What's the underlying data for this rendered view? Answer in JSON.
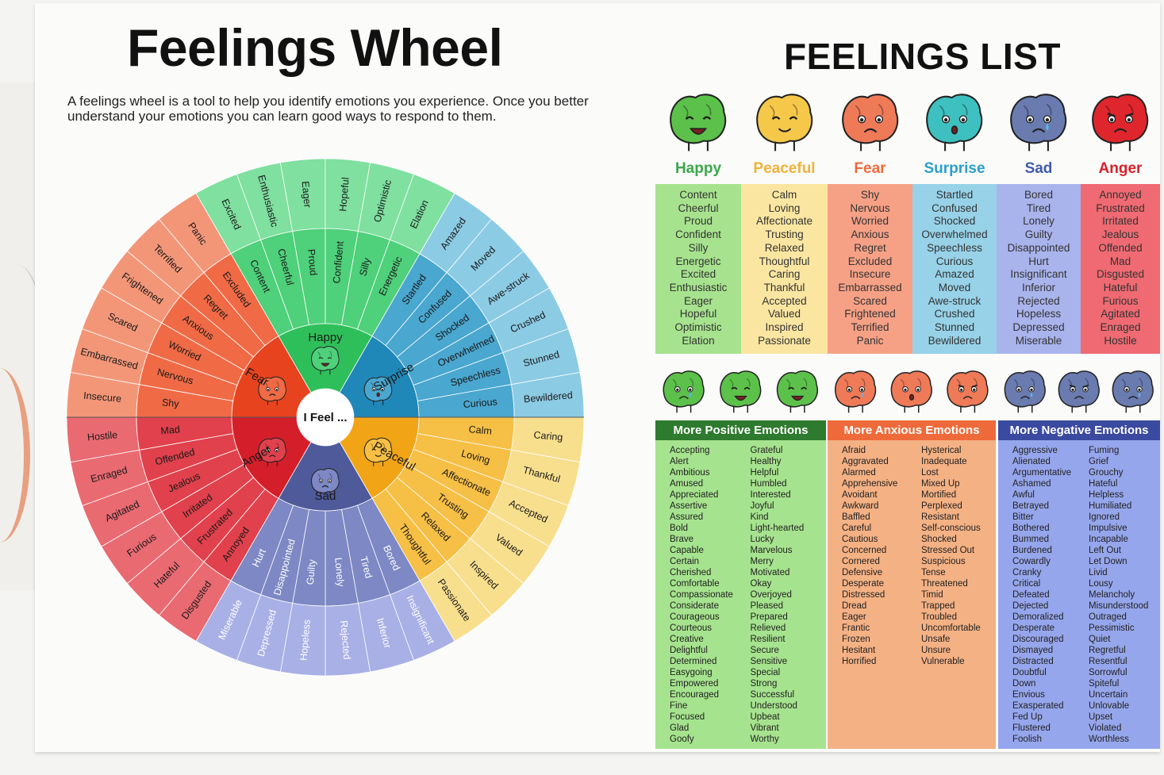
{
  "title": "Feelings Wheel",
  "intro": "A feelings wheel is a tool to help you identify emotions you experience.  Once you better understand your emotions you can learn good ways to respond to them.",
  "wheel": {
    "center": "I Feel ...",
    "cores": [
      {
        "name": "Happy",
        "color": "#2fbf5a",
        "mid": "#4fd07a",
        "outer": "#7fe0a0",
        "inner": [
          "Content",
          "Cheerful",
          "Proud",
          "Confident",
          "Silly",
          "Energetic"
        ],
        "outer_words": [
          "Excited",
          "Enthusiastic",
          "Eager",
          "Hopeful",
          "Optimistic",
          "Elation"
        ]
      },
      {
        "name": "Surprise",
        "color": "#1f88b8",
        "mid": "#4aa7cf",
        "outer": "#8ccbe4",
        "inner": [
          "Startled",
          "Confused",
          "Shocked",
          "Overwhelmed",
          "Speechless",
          "Curious"
        ],
        "outer_words": [
          "Amazed",
          "Moved",
          "Awe-struck",
          "Crushed",
          "Stunned",
          "Bewildered"
        ]
      },
      {
        "name": "Peaceful",
        "color": "#f2a417",
        "mid": "#f6bf45",
        "outer": "#f8df8e",
        "inner": [
          "Calm",
          "Loving",
          "Affectionate",
          "Trusting",
          "Relaxed",
          "Thoughtful"
        ],
        "outer_words": [
          "Caring",
          "Thankful",
          "Accepted",
          "Valued",
          "Inspired",
          "Passionate"
        ]
      },
      {
        "name": "Sad",
        "color": "#4f5a9a",
        "mid": "#7d88c4",
        "outer": "#a9b0e6",
        "inner": [
          "Bored",
          "Tired",
          "Lonely",
          "Guilty",
          "Disappointed",
          "Hurt"
        ],
        "outer_words": [
          "Insignificant",
          "Inferior",
          "Rejected",
          "Hopeless",
          "Depressed",
          "Miserable"
        ]
      },
      {
        "name": "Anger",
        "color": "#d41f2a",
        "mid": "#e0414c",
        "outer": "#ea6a72",
        "inner": [
          "Annoyed",
          "Frustrated",
          "Irritated",
          "Jealous",
          "Offended",
          "Mad"
        ],
        "outer_words": [
          "Disgusted",
          "Hateful",
          "Furious",
          "Agitated",
          "Enraged",
          "Hostile"
        ]
      },
      {
        "name": "Fear",
        "color": "#e8431f",
        "mid": "#ef6a45",
        "outer": "#f39678",
        "inner": [
          "Shy",
          "Nervous",
          "Worried",
          "Anxious",
          "Regret",
          "Excluded"
        ],
        "outer_words": [
          "Insecure",
          "Embarrassed",
          "Scared",
          "Frightened",
          "Terrified",
          "Panic"
        ]
      }
    ]
  },
  "list": {
    "title": "FEELINGS LIST",
    "columns": [
      {
        "name": "Happy",
        "color": "#3aa84a",
        "bg": "#a7e38e",
        "face": "#5cc14a",
        "items": [
          "Content",
          "Cheerful",
          "Proud",
          "Confident",
          "Silly",
          "Energetic",
          "Excited",
          "Enthusiastic",
          "Eager",
          "Hopeful",
          "Optimistic",
          "Elation"
        ]
      },
      {
        "name": "Peaceful",
        "color": "#f0b23a",
        "bg": "#fbe6a1",
        "face": "#f6c84a",
        "items": [
          "Calm",
          "Loving",
          "Affectionate",
          "Trusting",
          "Relaxed",
          "Thoughtful",
          "Caring",
          "Thankful",
          "Accepted",
          "Valued",
          "Inspired",
          "Passionate"
        ]
      },
      {
        "name": "Fear",
        "color": "#ef6a3a",
        "bg": "#f6a186",
        "face": "#ef7a58",
        "items": [
          "Shy",
          "Nervous",
          "Worried",
          "Anxious",
          "Regret",
          "Excluded",
          "Insecure",
          "Embarrassed",
          "Scared",
          "Frightened",
          "Terrified",
          "Panic"
        ]
      },
      {
        "name": "Surprise",
        "color": "#2a9fc9",
        "bg": "#97d2e8",
        "face": "#3fc0c0",
        "items": [
          "Startled",
          "Confused",
          "Shocked",
          "Overwhelmed",
          "Speechless",
          "Curious",
          "Amazed",
          "Moved",
          "Awe-struck",
          "Crushed",
          "Stunned",
          "Bewildered"
        ]
      },
      {
        "name": "Sad",
        "color": "#3f5aa8",
        "bg": "#a9b3ec",
        "face": "#6a7bb0",
        "items": [
          "Bored",
          "Tired",
          "Lonely",
          "Guilty",
          "Disappointed",
          "Hurt",
          "Insignificant",
          "Inferior",
          "Rejected",
          "Hopeless",
          "Depressed",
          "Miserable"
        ]
      },
      {
        "name": "Anger",
        "color": "#d6202a",
        "bg": "#ef6a72",
        "face": "#e0262d",
        "items": [
          "Annoyed",
          "Frustrated",
          "Irritated",
          "Jealous",
          "Offended",
          "Mad",
          "Disgusted",
          "Hateful",
          "Furious",
          "Agitated",
          "Enraged",
          "Hostile"
        ]
      }
    ],
    "groups": [
      {
        "name": "More Positive Emotions",
        "head": "#2e7a2e",
        "bg": "#a6e38e",
        "col1": [
          "Accepting",
          "Alert",
          "Ambitious",
          "Amused",
          "Appreciated",
          "Assertive",
          "Assured",
          "Bold",
          "Brave",
          "Capable",
          "Certain",
          "Cherished",
          "Comfortable",
          "Compassionate",
          "Considerate",
          "Courageous",
          "Courteous",
          "Creative",
          "Delightful",
          "Determined",
          "Easygoing",
          "Empowered",
          "Encouraged",
          "Fine",
          "Focused",
          "Glad",
          "Goofy"
        ],
        "col2": [
          "Grateful",
          "Healthy",
          "Helpful",
          "Humbled",
          "Interested",
          "Joyful",
          "Kind",
          "Light-hearted",
          "Lucky",
          "Marvelous",
          "Merry",
          "Motivated",
          "Okay",
          "Overjoyed",
          "Pleased",
          "Prepared",
          "Relieved",
          "Resilient",
          "Secure",
          "Sensitive",
          "Special",
          "Strong",
          "Successful",
          "Understood",
          "Upbeat",
          "Vibrant",
          "Worthy"
        ]
      },
      {
        "name": "More Anxious Emotions",
        "head": "#ef6a3a",
        "bg": "#f4b184",
        "col1": [
          "Afraid",
          "Aggravated",
          "Alarmed",
          "Apprehensive",
          "Avoidant",
          "Awkward",
          "Baffled",
          "Careful",
          "Cautious",
          "Concerned",
          "Cornered",
          "Defensive",
          "Desperate",
          "Distressed",
          "Dread",
          "Eager",
          "Frantic",
          "Frozen",
          "Hesitant",
          "Horrified"
        ],
        "col2": [
          "Hysterical",
          "Inadequate",
          "Lost",
          "Mixed Up",
          "Mortified",
          "Perplexed",
          "Resistant",
          "Self-conscious",
          "Shocked",
          "Stressed Out",
          "Suspicious",
          "Tense",
          "Threatened",
          "Timid",
          "Trapped",
          "Troubled",
          "Uncomfortable",
          "Unsafe",
          "Unsure",
          "Vulnerable"
        ]
      },
      {
        "name": "More Negative Emotions",
        "head": "#3a4aa0",
        "bg": "#96a6ec",
        "col1": [
          "Aggressive",
          "Alienated",
          "Argumentative",
          "Ashamed",
          "Awful",
          "Betrayed",
          "Bitter",
          "Bothered",
          "Bummed",
          "Burdened",
          "Cowardly",
          "Cranky",
          "Critical",
          "Defeated",
          "Dejected",
          "Demoralized",
          "Desperate",
          "Discouraged",
          "Dismayed",
          "Distracted",
          "Doubtful",
          "Down",
          "Envious",
          "Exasperated",
          "Fed Up",
          "Flustered",
          "Foolish"
        ],
        "col2": [
          "Fuming",
          "Grief",
          "Grouchy",
          "Hateful",
          "Helpless",
          "Humiliated",
          "Ignored",
          "Impulsive",
          "Incapable",
          "Left Out",
          "Let Down",
          "Livid",
          "Lousy",
          "Melancholy",
          "Misunderstood",
          "Outraged",
          "Pessimistic",
          "Quiet",
          "Regretful",
          "Resentful",
          "Sorrowful",
          "Spiteful",
          "Uncertain",
          "Unlovable",
          "Upset",
          "Violated",
          "Worthless"
        ]
      }
    ]
  }
}
